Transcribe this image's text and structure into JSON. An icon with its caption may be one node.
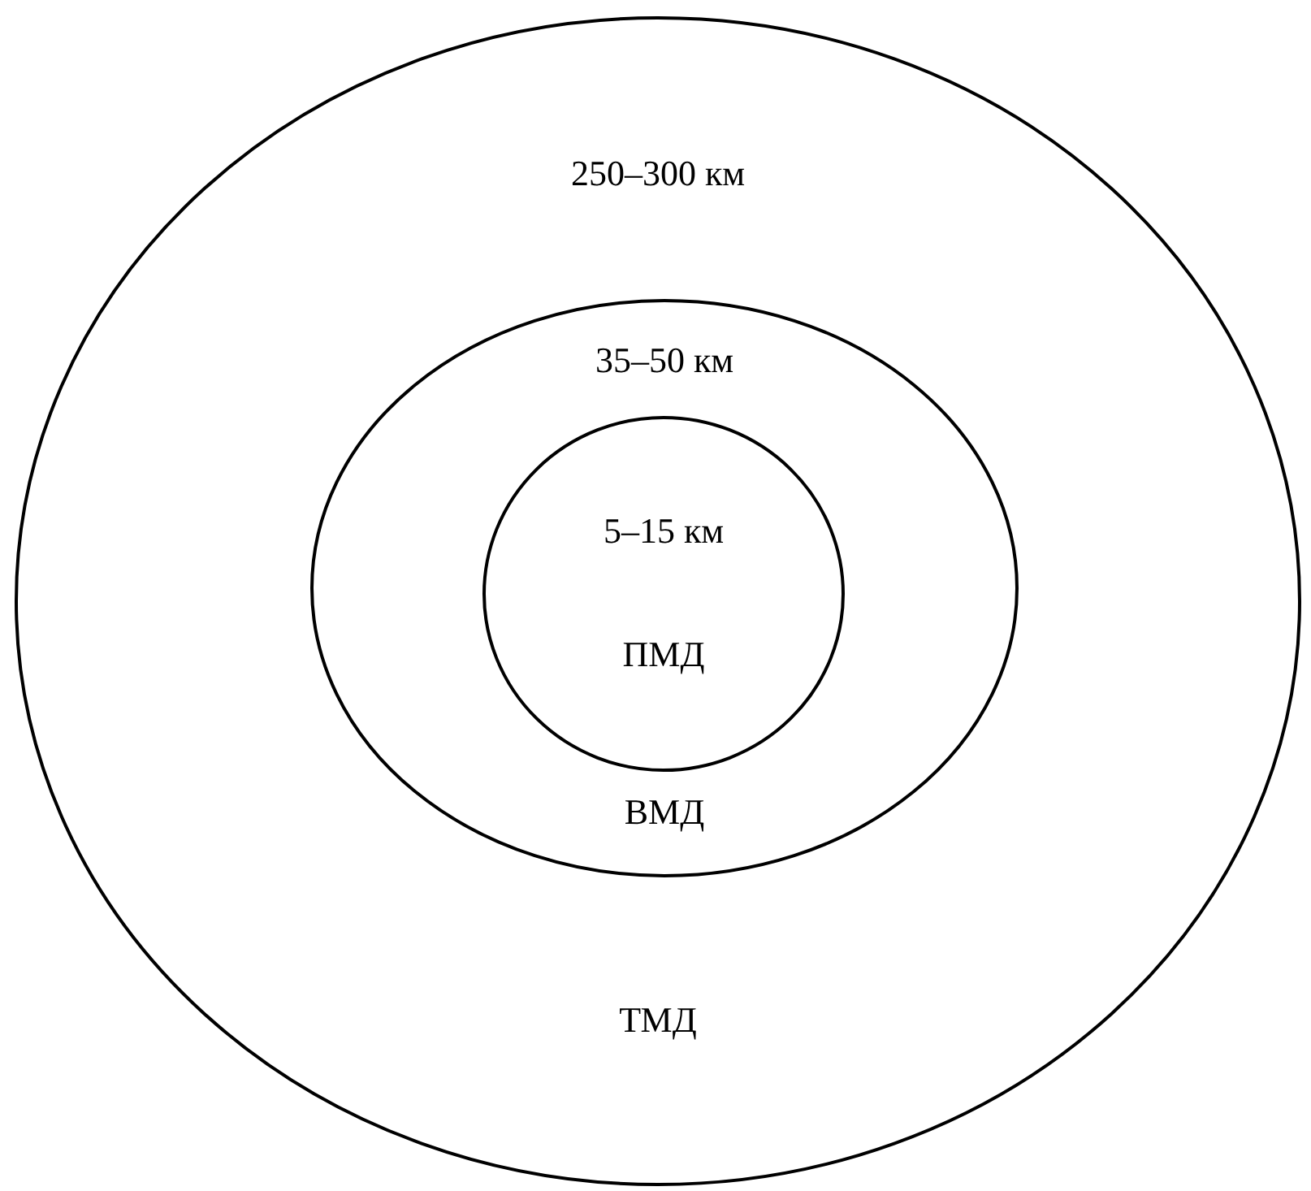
{
  "diagram": {
    "nodes": [
      {
        "text": [
          "250–300 км",
          "ТМД"
        ]
      },
      {
        "text": [
          "35–50 км",
          "ВМД"
        ],
        "in": 0
      },
      {
        "text": [
          "5–15 км",
          "ПМД"
        ],
        "in": 1
      }
    ]
  }
}
